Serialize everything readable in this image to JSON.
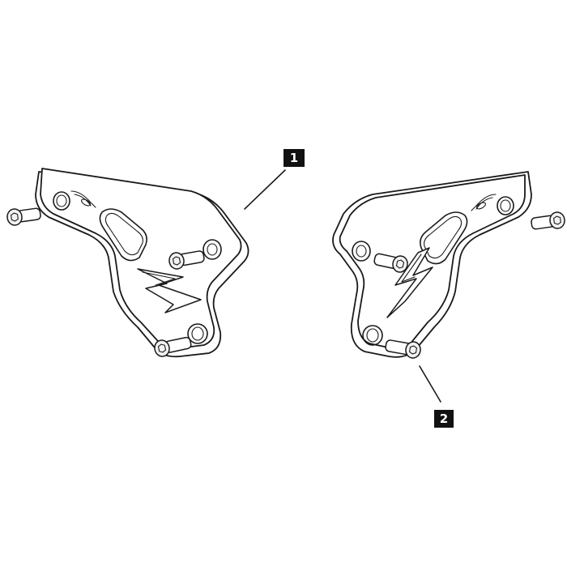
{
  "callouts": [
    {
      "id": "callout-1",
      "label": "1",
      "color": "#111111"
    },
    {
      "id": "callout-2",
      "label": "2",
      "color": "#111111"
    }
  ],
  "parts": {
    "left_plate": "left-sprocket-cover-plate",
    "right_plate": "right-sprocket-cover-plate",
    "bolt_icon": "bolt-icon",
    "logo_icon": "lightning-logo-icon"
  },
  "colors": {
    "line": "#1a1a1a",
    "background": "#ffffff"
  }
}
